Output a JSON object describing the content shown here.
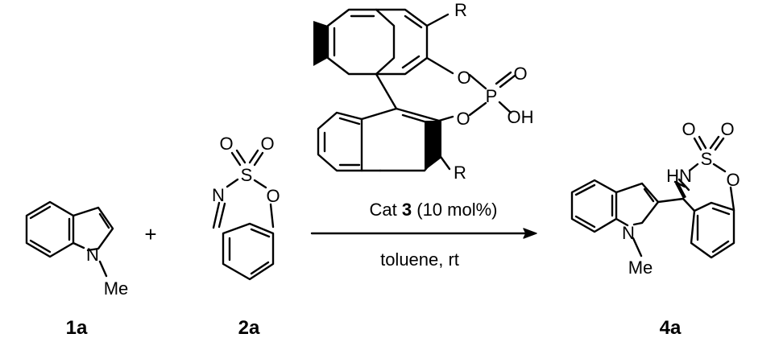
{
  "reaction": {
    "reactant_1": {
      "id": "1a",
      "atoms": {
        "n": "N",
        "me": "Me"
      }
    },
    "plus_sign": "+",
    "reactant_2": {
      "id": "2a",
      "atoms": {
        "n": "N",
        "s": "S",
        "o_ring": "O",
        "o_top_left": "O",
        "o_top_right": "O"
      }
    },
    "catalyst": {
      "atoms": {
        "r_top": "R",
        "r_bottom": "R",
        "o_upper": "O",
        "o_lower": "O",
        "p": "P",
        "o_double": "O",
        "oh": "OH"
      }
    },
    "conditions": {
      "catalyst_prefix": "Cat ",
      "catalyst_number": "3",
      "catalyst_loading": " (10 mol%)",
      "solvent_temp": "toluene, rt"
    },
    "product": {
      "id": "4a",
      "atoms": {
        "hn": "HN",
        "s": "S",
        "o_ring": "O",
        "o_top_left": "O",
        "o_top_right": "O",
        "n": "N",
        "me": "Me"
      }
    }
  }
}
